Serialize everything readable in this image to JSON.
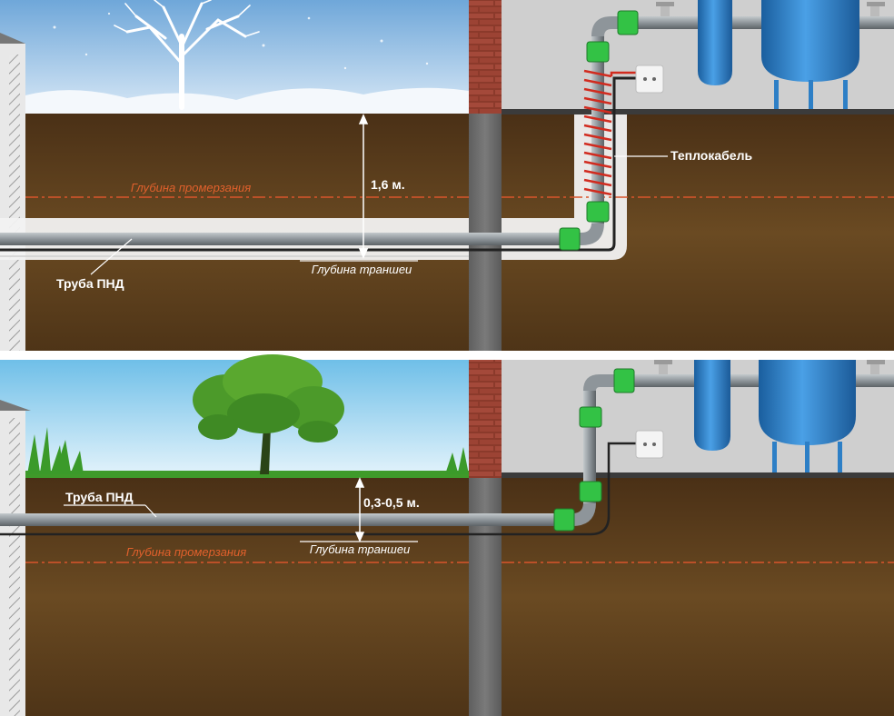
{
  "colors": {
    "frost_line": "#d9542b",
    "pipe": "#8e959a",
    "fitting": "#33c245",
    "heating_cable": "#d12b1f",
    "tank": "#2d7fc6",
    "soil": "#5a3d1e"
  },
  "icons": [
    "tree-icon",
    "grass-icon",
    "power-outlet-icon",
    "valve-icon",
    "water-tank-icon",
    "brick-wall-icon"
  ],
  "top_panel": {
    "pipe_label": "Труба ПНД",
    "frost_label": "Глубина промерзания",
    "depth_value": "1,6 м.",
    "trench_label": "Глубина траншеи",
    "cable_label": "Теплокабель"
  },
  "bottom_panel": {
    "pipe_label": "Труба ПНД",
    "frost_label": "Глубина промерзания",
    "depth_value": "0,3-0,5 м.",
    "trench_label": "Глубина траншеи"
  }
}
